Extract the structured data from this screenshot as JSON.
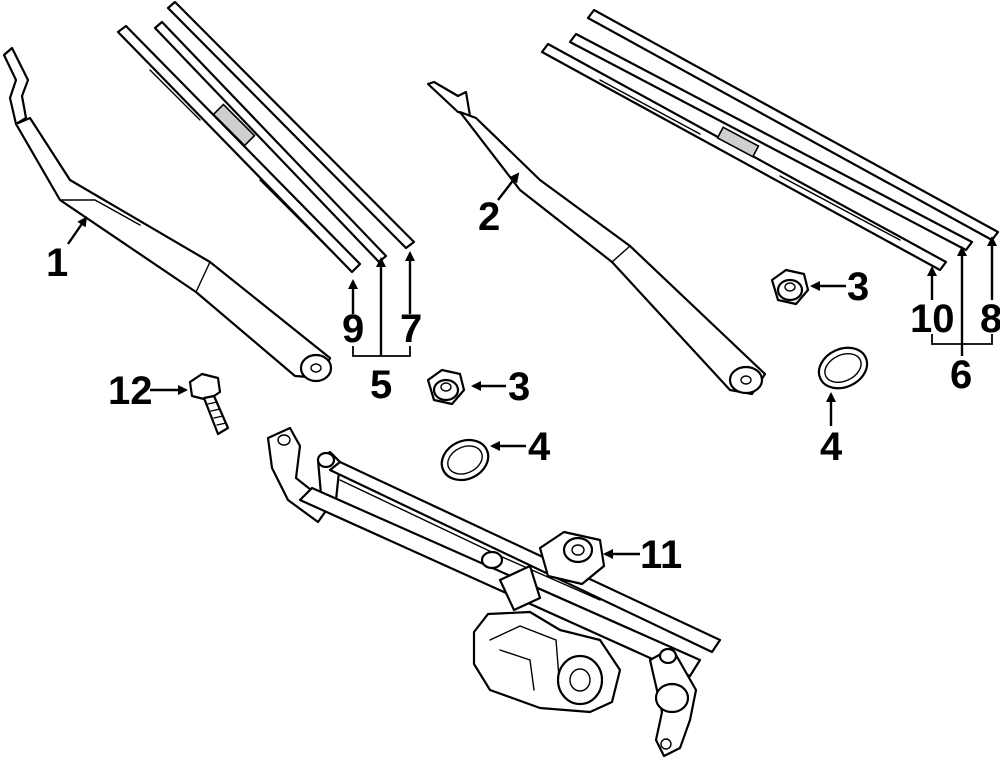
{
  "callouts": {
    "c1": "1",
    "c2": "2",
    "c3a": "3",
    "c3b": "3",
    "c4a": "4",
    "c4b": "4",
    "c5": "5",
    "c6": "6",
    "c7": "7",
    "c8": "8",
    "c9": "9",
    "c10": "10",
    "c11": "11",
    "c12": "12"
  }
}
